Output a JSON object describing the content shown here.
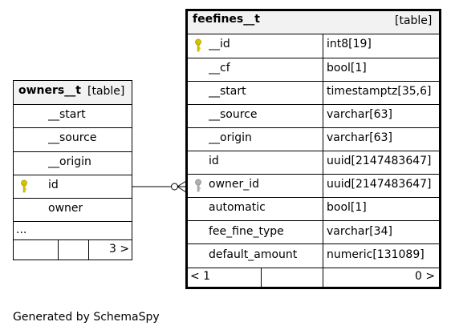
{
  "owners_table": {
    "name": "owners__t",
    "kind": "[table]",
    "columns": [
      {
        "name": "__start",
        "key": ""
      },
      {
        "name": "__source",
        "key": ""
      },
      {
        "name": "__origin",
        "key": ""
      },
      {
        "name": "id",
        "key": "primary"
      },
      {
        "name": "owner",
        "key": ""
      }
    ],
    "more": "...",
    "nav_right": "3 >"
  },
  "feefines_table": {
    "name": "feefines__t",
    "kind": "[table]",
    "columns": [
      {
        "name": "__id",
        "type": "int8[19]",
        "key": "primary"
      },
      {
        "name": "__cf",
        "type": "bool[1]",
        "key": ""
      },
      {
        "name": "__start",
        "type": "timestamptz[35,6]",
        "key": ""
      },
      {
        "name": "__source",
        "type": "varchar[63]",
        "key": ""
      },
      {
        "name": "__origin",
        "type": "varchar[63]",
        "key": ""
      },
      {
        "name": "id",
        "type": "uuid[2147483647]",
        "key": ""
      },
      {
        "name": "owner_id",
        "type": "uuid[2147483647]",
        "key": "foreign"
      },
      {
        "name": "automatic",
        "type": "bool[1]",
        "key": ""
      },
      {
        "name": "fee_fine_type",
        "type": "varchar[34]",
        "key": ""
      },
      {
        "name": "default_amount",
        "type": "numeric[131089]",
        "key": ""
      }
    ],
    "nav_left": "< 1",
    "nav_right": "0 >"
  },
  "footer": "Generated by SchemaSpy",
  "colors": {
    "primary_key": "#d4c400",
    "foreign_key": "#b0b0b0",
    "header_bg": "#f2f2f2"
  },
  "icons": {
    "primary_key": "key-icon",
    "foreign_key": "foreign-key-icon"
  }
}
